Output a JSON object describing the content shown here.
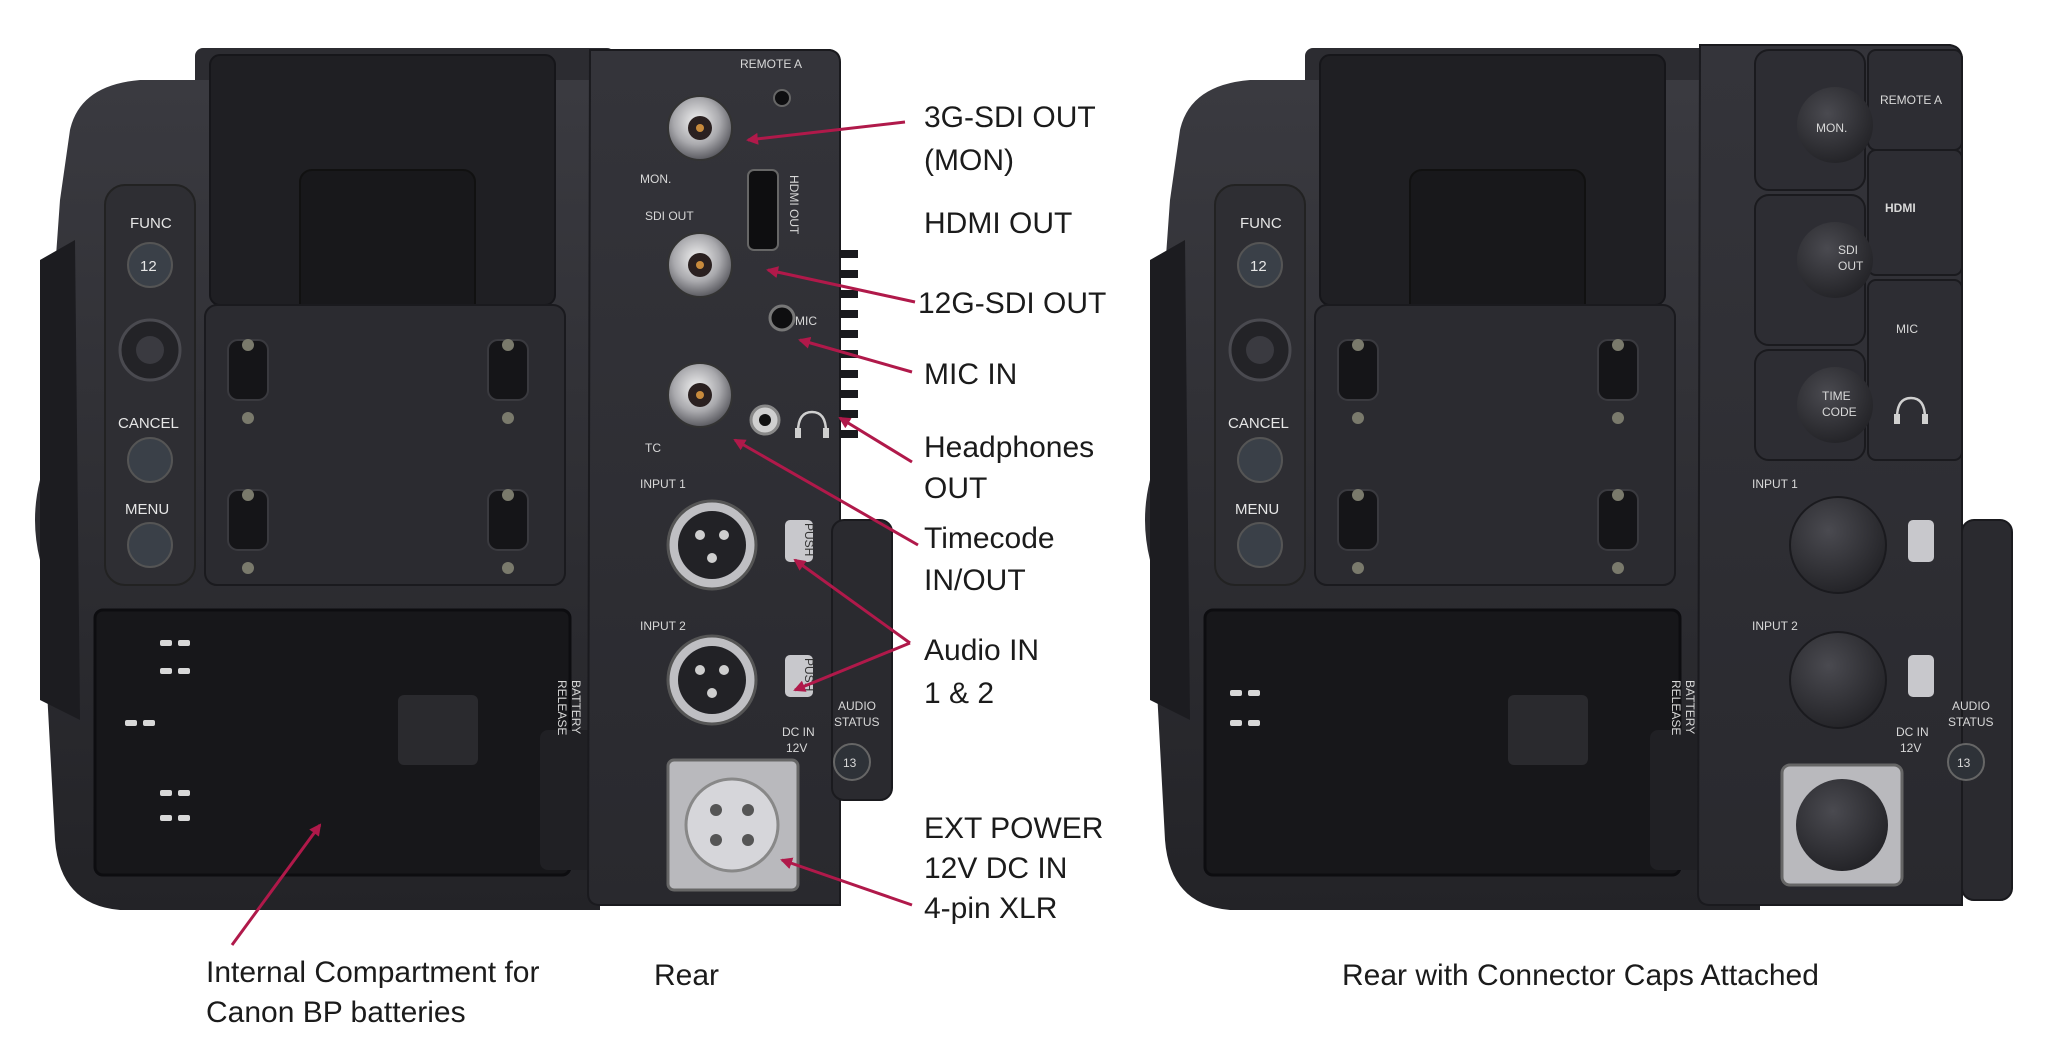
{
  "callouts": {
    "sdi3g_line1": "3G-SDI OUT",
    "sdi3g_line2": "(MON)",
    "hdmi": "HDMI OUT",
    "sdi12g": "12G-SDI OUT",
    "mic": "MIC IN",
    "headphones_line1": "Headphones",
    "headphones_line2": "OUT",
    "timecode_line1": "Timecode",
    "timecode_line2": "IN/OUT",
    "audio_line1": "Audio IN",
    "audio_line2": "1 & 2",
    "power_line1": "EXT POWER",
    "power_line2": "12V DC IN",
    "power_line3": "4-pin XLR",
    "battery_line1": "Internal Compartment for",
    "battery_line2": "Canon BP batteries"
  },
  "captions": {
    "left": "Rear",
    "right": "Rear with Connector Caps Attached"
  },
  "camera_labels": {
    "func": "FUNC",
    "func_num": "12",
    "cancel": "CANCEL",
    "menu": "MENU",
    "remote_a": "REMOTE A",
    "mon": "MON.",
    "sdi_out": "SDI OUT",
    "sdi": "SDI",
    "out": "OUT",
    "hdmi_out": "HDMI OUT",
    "hdmi_logo": "HDMI",
    "mic": "MIC",
    "tc": "TC",
    "time": "TIME",
    "code": "CODE",
    "input1": "INPUT 1",
    "input2": "INPUT 2",
    "push": "PUSH",
    "dc_in": "DC IN",
    "dc_v": "12V",
    "audio": "AUDIO",
    "status": "STATUS",
    "status_num": "13",
    "battery": "BATTERY",
    "release": "RELEASE"
  },
  "colors": {
    "accent_arrow": "#b0194a",
    "body_dark": "#2a2a2e",
    "body_mid": "#38383d",
    "label_text": "#1b1b1b"
  },
  "icons": [
    "headphones-icon",
    "arrow-icon"
  ]
}
